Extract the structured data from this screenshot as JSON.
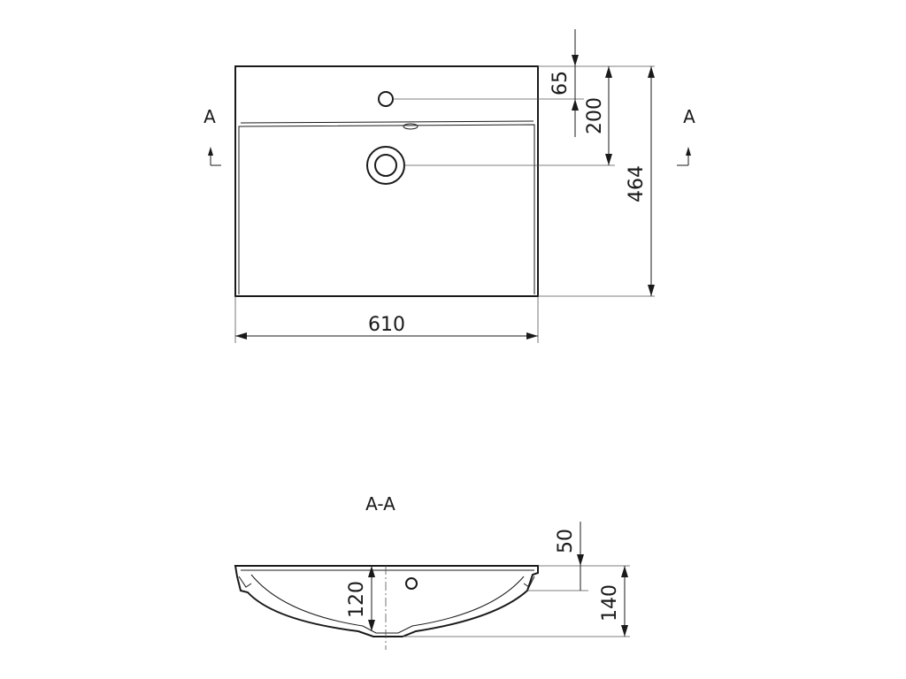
{
  "top_view": {
    "section_marker_left": "A",
    "section_marker_right": "A",
    "width_dim": "610",
    "depth_dim": "464",
    "tap_hole_dim": "65",
    "drain_dim": "200"
  },
  "section_view": {
    "title": "A-A",
    "rim_dim": "50",
    "bowl_depth_dim": "120",
    "total_height_dim": "140"
  }
}
